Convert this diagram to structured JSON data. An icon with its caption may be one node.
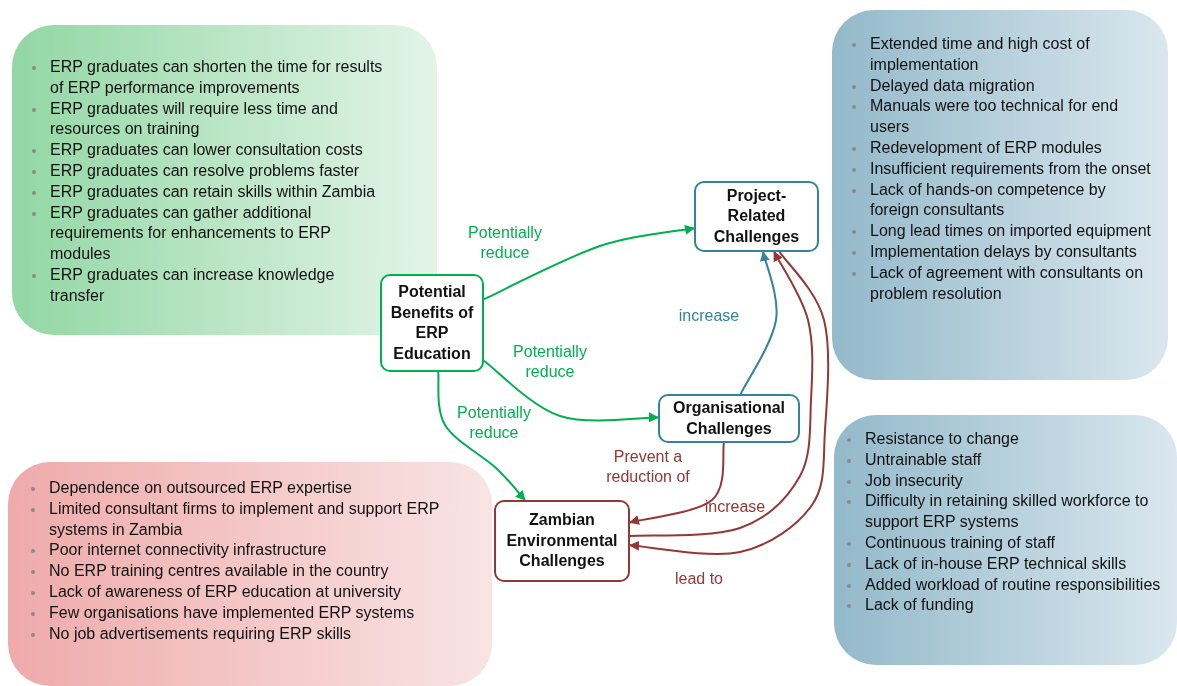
{
  "diagram": {
    "nodes": [
      {
        "text": [
          "ERP graduates can shorten the time for results of ERP performance improvements",
          "ERP graduates will require less time and resources on training",
          "ERP graduates can lower consultation costs",
          "ERP graduates can resolve problems faster",
          "ERP graduates can retain skills within Zambia",
          "ERP graduates can gather additional requirements for enhancements to ERP modules",
          "ERP graduates can increase knowledge transfer"
        ]
      },
      {
        "text": [
          "Extended time and high cost of implementation",
          "Delayed data migration",
          "Manuals were too technical for end users",
          "Redevelopment of ERP modules",
          "Insufficient requirements from the onset",
          "Lack of hands-on competence by foreign consultants",
          "Long lead times on imported equipment",
          "Implementation delays by consultants",
          "Lack of agreement with consultants on problem resolution"
        ]
      },
      {
        "text": [
          "Project-Related Challenges"
        ]
      },
      {
        "text": [
          "Potential Benefits of ERP Education"
        ]
      },
      {
        "text": [
          "Organisational Challenges"
        ]
      },
      {
        "text": [
          "Dependence on outsourced ERP expertise",
          "Limited consultant firms to implement and support ERP systems in Zambia",
          "Poor internet connectivity infrastructure",
          "No ERP training centres available in the country",
          "Lack of awareness of ERP education at university",
          "Few organisations have implemented ERP systems",
          "No job advertisements requiring ERP skills"
        ]
      },
      {
        "text": [
          "Zambian Environmental Challenges"
        ]
      },
      {
        "text": [
          "Resistance to change",
          "Untrainable staff",
          "Job insecurity",
          "Difficulty in retaining skilled workforce to support ERP systems",
          "Continuous training of staff",
          "Lack of in-house ERP technical skills",
          "Added workload of routine responsibilities",
          "Lack of funding"
        ]
      }
    ],
    "edges": [
      {
        "from": 3,
        "to": 2,
        "arrow": "to",
        "label": "Potentially reduce",
        "color": "#00b050"
      },
      {
        "from": 3,
        "to": 4,
        "arrow": "to",
        "label": "Potentially reduce",
        "color": "#00b050"
      },
      {
        "from": 3,
        "to": 6,
        "arrow": "to",
        "label": "Potentially reduce",
        "color": "#00b050"
      },
      {
        "from": 4,
        "to": 2,
        "arrow": "to",
        "label": "increase",
        "color": "#31849b"
      },
      {
        "from": 4,
        "to": 6,
        "arrow": "to",
        "label": "Prevent a reduction of",
        "color": "#953735"
      },
      {
        "from": 6,
        "to": 2,
        "arrow": "to",
        "label": "increase",
        "color": "#953735"
      },
      {
        "from": 2,
        "to": 6,
        "arrow": "to",
        "label": "lead to",
        "color": "#953735"
      }
    ]
  }
}
